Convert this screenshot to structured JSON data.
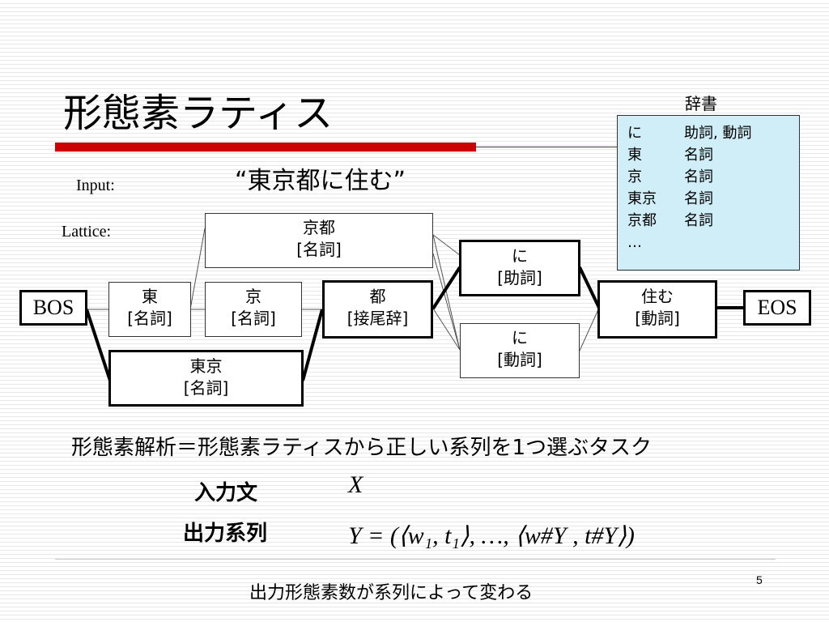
{
  "title": "形態素ラティス",
  "dictionary": {
    "title": "辞書",
    "entries": [
      {
        "word": "に",
        "pos": "助詞, 動詞"
      },
      {
        "word": "東",
        "pos": "名詞"
      },
      {
        "word": "京",
        "pos": "名詞"
      },
      {
        "word": "東京",
        "pos": "名詞"
      },
      {
        "word": "京都",
        "pos": "名詞"
      },
      {
        "word": "…",
        "pos": ""
      }
    ]
  },
  "input_label": "Input:",
  "input_sentence": "“東京都に住む”",
  "lattice_label": "Lattice:",
  "lattice": {
    "bos": "BOS",
    "eos": "EOS",
    "nodes": {
      "higashi": {
        "surface": "東",
        "pos": "[名詞]"
      },
      "kyo": {
        "surface": "京",
        "pos": "[名詞]"
      },
      "tokyo": {
        "surface": "東京",
        "pos": "[名詞]"
      },
      "kyoto": {
        "surface": "京都",
        "pos": "[名詞]"
      },
      "to": {
        "surface": "都",
        "pos": "[接尾辞]"
      },
      "ni_particle": {
        "surface": "に",
        "pos": "[助詞]"
      },
      "ni_verb": {
        "surface": "に",
        "pos": "[動詞]"
      },
      "sumu": {
        "surface": "住む",
        "pos": "[動詞]"
      }
    }
  },
  "statement": "形態素解析＝形態素ラティスから正しい系列を1つ選ぶタスク",
  "io": {
    "input_label": "入力文",
    "input_symbol": "X",
    "output_label": "出力系列",
    "output_formula": "Y = (⟨w₁, t₁⟩, …, ⟨w#Y , t#Y⟩)"
  },
  "footer": "出力形態素数が系列によって変わる",
  "page_number": "5"
}
